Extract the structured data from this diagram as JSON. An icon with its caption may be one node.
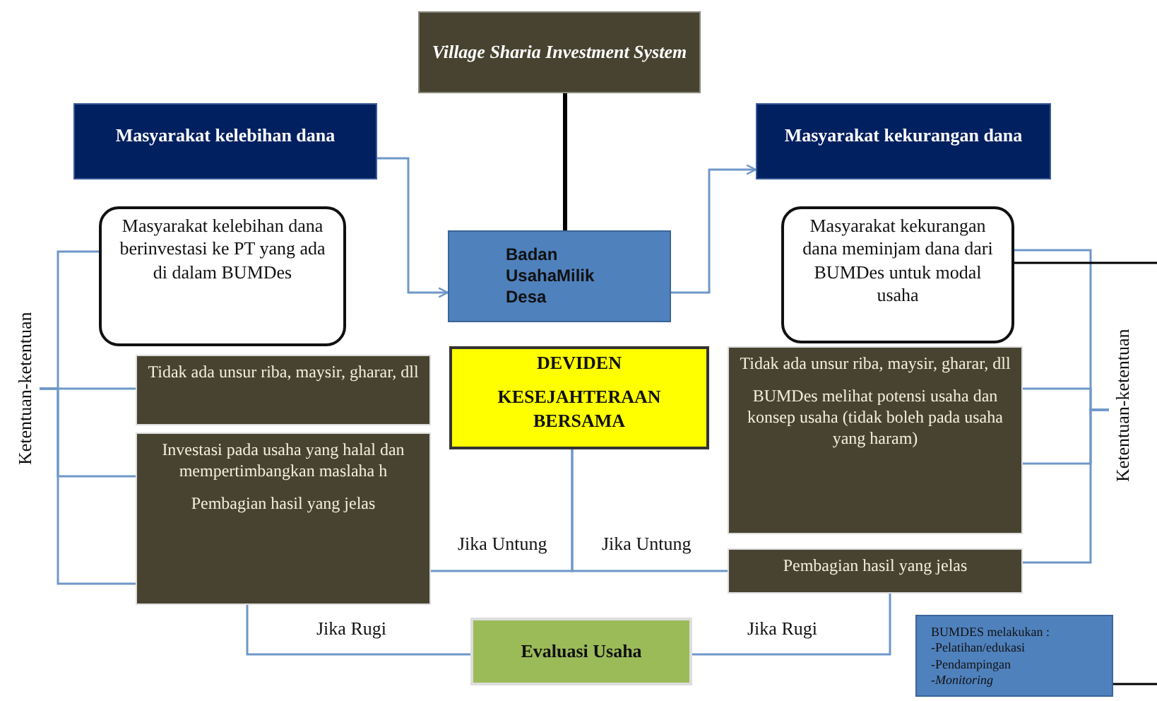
{
  "diagram": {
    "nodes": [
      {
        "text": [
          "Village Sharia Investment System"
        ]
      },
      {
        "text": [
          "Masyarakat kelebihan dana"
        ]
      },
      {
        "text": [
          "Masyarakat kekurangan dana"
        ]
      },
      {
        "text": [
          "Masyarakat kelebihan dana berinvestasi ke PT yang ada di dalam BUMDes"
        ]
      },
      {
        "text": [
          "Badan UsahaMilik Desa"
        ]
      },
      {
        "text": [
          "Masyarakat kekurangan dana meminjam dana dari BUMDes untuk modal usaha"
        ]
      },
      {
        "text": [
          "DEVIDEN",
          "KESEJAHTERAAN BERSAMA"
        ]
      },
      {
        "text": [
          "Tidak ada unsur riba, maysir, gharar, dll"
        ]
      },
      {
        "text": [
          "Investasi pada usaha yang halal dan mempertimbangkan maslaha h",
          "Pembagian hasil yang jelas"
        ]
      },
      {
        "text": [
          "Tidak ada unsur riba, maysir, gharar, dll",
          "BUMDes melihat potensi usaha dan konsep usaha (tidak boleh pada usaha yang haram)"
        ]
      },
      {
        "text": [
          "Pembagian hasil yang jelas"
        ]
      },
      {
        "text": [
          "Evaluasi Usaha"
        ]
      },
      {
        "text": [
          "BUMDES melakukan :",
          "-Pelatihan/edukasi",
          "-Pendampingan",
          "-*Monitoring*"
        ]
      },
      {
        "text": [
          "Ketentuan-ketentuan"
        ]
      },
      {
        "text": [
          "Ketentuan-ketentuan"
        ]
      }
    ],
    "edges": [
      {
        "from": 0,
        "to": 4,
        "arrow": "none",
        "color": "#000000",
        "style": "thick"
      },
      {
        "from": 1,
        "to": 4,
        "arrow": "to"
      },
      {
        "from": 4,
        "to": 2,
        "arrow": "to"
      },
      {
        "from": 13,
        "to": 3,
        "arrow": "none"
      },
      {
        "from": 13,
        "to": 7,
        "arrow": "none"
      },
      {
        "from": 13,
        "to": 8,
        "arrow": "none"
      },
      {
        "from": 13,
        "to": 8,
        "arrow": "none"
      },
      {
        "from": 14,
        "to": 5,
        "arrow": "none"
      },
      {
        "from": 14,
        "to": 9,
        "arrow": "none"
      },
      {
        "from": 14,
        "to": 9,
        "arrow": "none"
      },
      {
        "from": 14,
        "to": 10,
        "arrow": "none"
      },
      {
        "from": 5,
        "to": null,
        "arrow": "none",
        "color": "#000000"
      },
      {
        "from": 8,
        "to": 6,
        "arrow": "none",
        "label": "Jika Untung"
      },
      {
        "from": 10,
        "to": 6,
        "arrow": "none",
        "label": "Jika Untung"
      },
      {
        "from": 8,
        "to": 11,
        "arrow": "none",
        "label": "Jika Rugi"
      },
      {
        "from": 10,
        "to": 11,
        "arrow": "none",
        "label": "Jika Rugi"
      },
      {
        "from": 12,
        "to": null,
        "arrow": "none",
        "color": "#000000"
      }
    ]
  }
}
